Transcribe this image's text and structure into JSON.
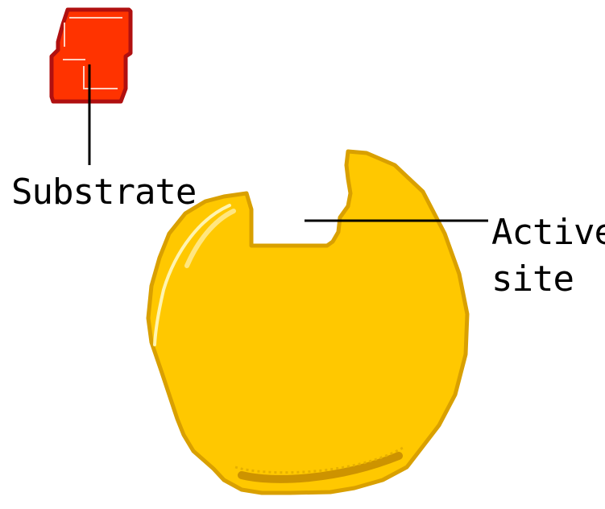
{
  "labels": {
    "substrate": "Substrate",
    "active_site_line1": "Active",
    "active_site_line2": "site"
  },
  "colors": {
    "substrate_fill": "#ff3300",
    "substrate_outline": "#b01010",
    "enzyme_fill": "#ffc800",
    "enzyme_outline": "#d9a000",
    "enzyme_shadow": "#c48a00",
    "highlight": "#fff4b0",
    "line": "#000000",
    "background": "#ffffff"
  }
}
